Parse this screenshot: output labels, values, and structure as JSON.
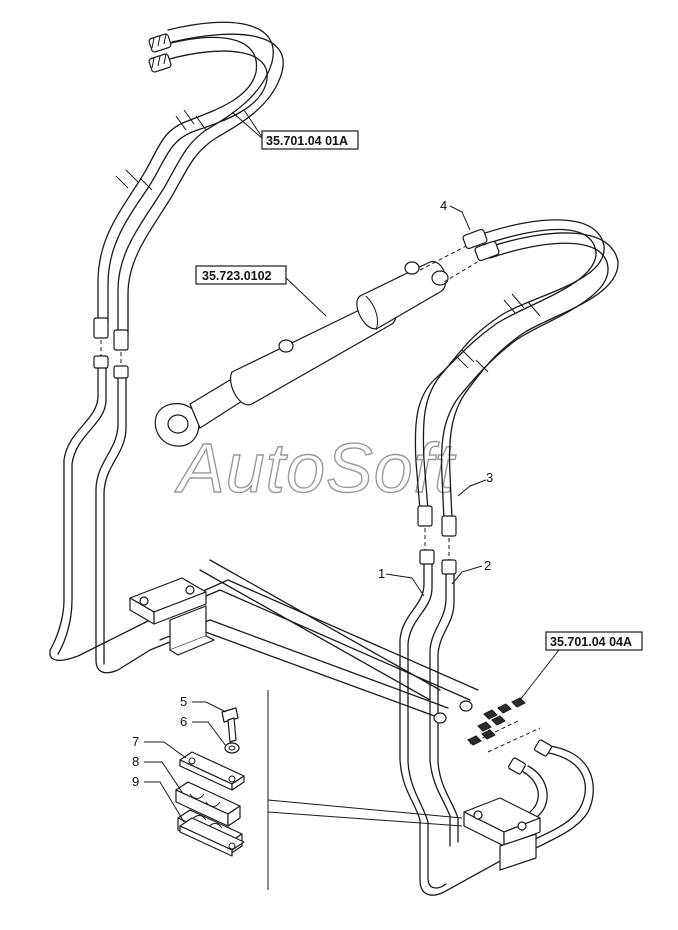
{
  "watermark": "AutoSoft",
  "references": {
    "upper_hoses": "35.701.04 01A",
    "cylinder": "35.723.0102",
    "valve": "35.701.04 04A"
  },
  "callouts": {
    "c1": "1",
    "c2": "2",
    "c3": "3",
    "c4": "4",
    "c5": "5",
    "c6": "6",
    "c7": "7",
    "c8": "8",
    "c9": "9"
  },
  "colors": {
    "line": "#1a1a1a",
    "watermark": "#9a9a9a",
    "background": "#ffffff"
  }
}
